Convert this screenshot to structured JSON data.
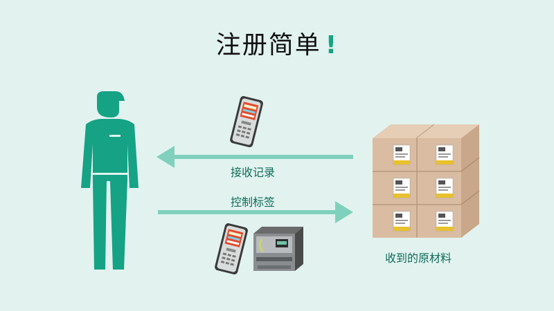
{
  "title": {
    "text": "注册简单",
    "exclaim": "!"
  },
  "flow": {
    "receive_label": "接收记录",
    "control_label": "控制标签",
    "materials_label": "收到的原材料"
  },
  "colors": {
    "accent": "#15a285",
    "arrow": "#7fd0bd",
    "box": "#d7b89c"
  }
}
